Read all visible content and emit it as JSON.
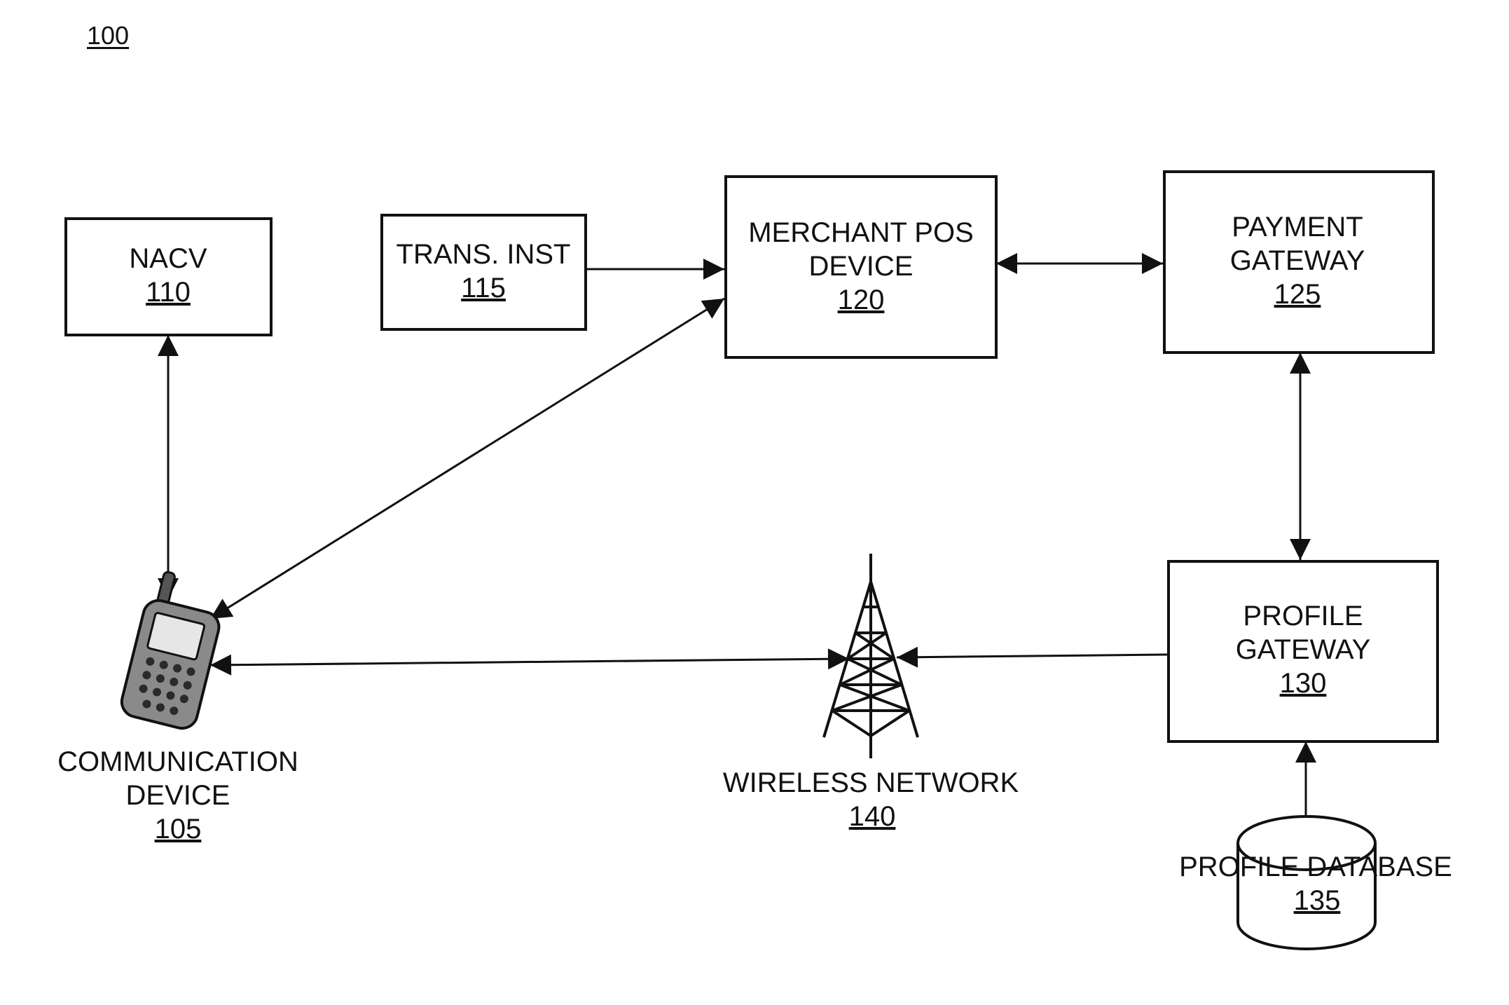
{
  "figure_ref": "100",
  "nodes": {
    "nacv": {
      "line1": "NACV",
      "ref": "110"
    },
    "trans_inst": {
      "line1": "TRANS. INST",
      "ref": "115"
    },
    "merchant_pos": {
      "line1": "MERCHANT POS",
      "line2": "DEVICE",
      "ref": "120"
    },
    "payment_gateway": {
      "line1": "PAYMENT",
      "line2": "GATEWAY",
      "ref": "125"
    },
    "profile_gateway": {
      "line1": "PROFILE",
      "line2": "GATEWAY",
      "ref": "130"
    },
    "profile_database": {
      "line1": "PROFILE DATABASE",
      "ref": "135"
    },
    "communication_device": {
      "line1": "COMMUNICATION",
      "line2": "DEVICE",
      "ref": "105"
    },
    "wireless_network": {
      "line1": "WIRELESS NETWORK",
      "ref": "140"
    }
  }
}
